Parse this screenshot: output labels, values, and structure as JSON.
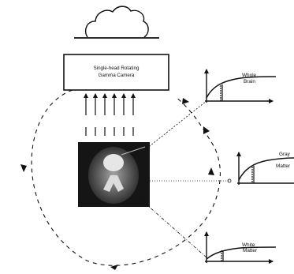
{
  "camera": {
    "label_line1": "Single-head Rotating",
    "label_line2": "Gamma Camera"
  },
  "plots": [
    {
      "id": "whole-brain",
      "label_line1": "Whole",
      "label_line2": "Brain"
    },
    {
      "id": "gray-matter",
      "label_line1": "Gray",
      "label_line2": "Matter"
    },
    {
      "id": "white-matter",
      "label_line1": "White",
      "label_line2": "Matter"
    }
  ],
  "icons": {
    "head": "head-outline-icon",
    "brain_image": "brain-slice-image",
    "orbit": "dashed-rotation-orbit"
  },
  "colors": {
    "ink": "#111111",
    "background": "#ffffff",
    "image_dark": "#111111",
    "image_mid": "#6a6a6a",
    "image_light": "#d8d8d8"
  }
}
